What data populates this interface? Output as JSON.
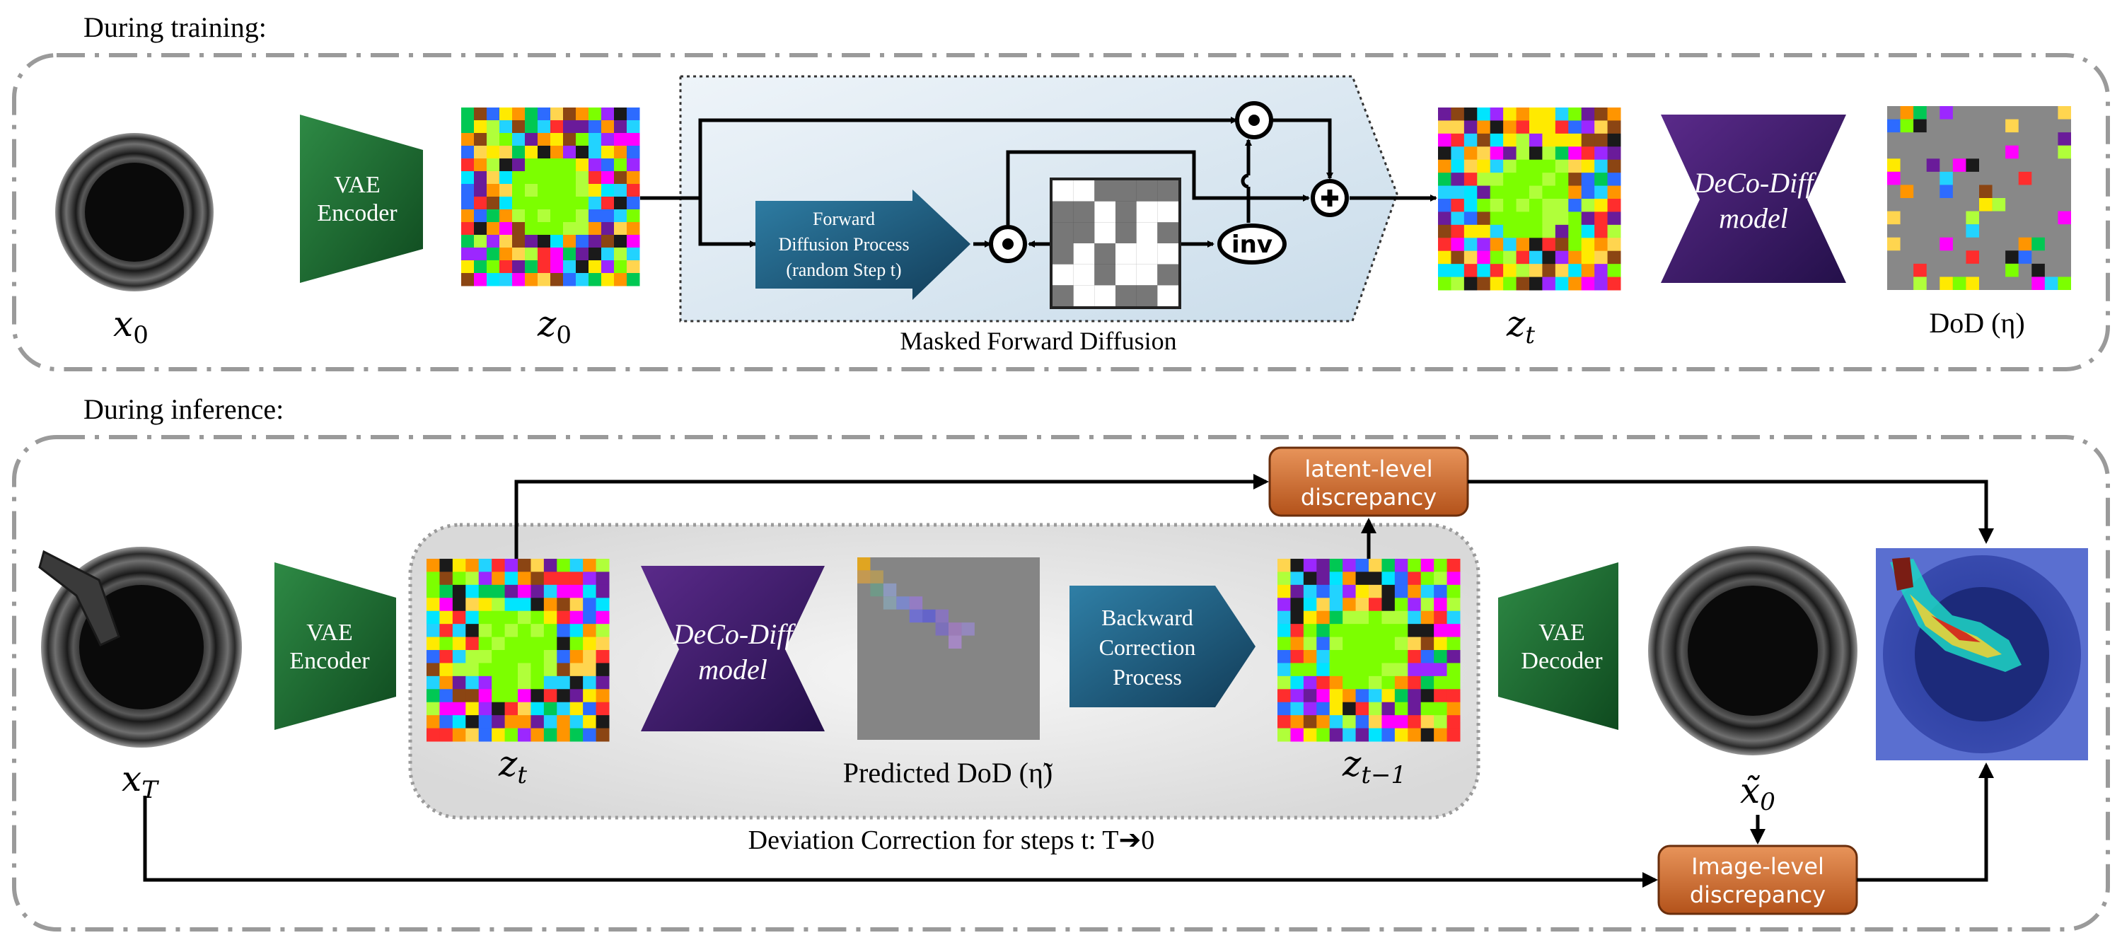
{
  "training": {
    "title": "During training:",
    "labels": {
      "x0": "x",
      "x0_sub": "0",
      "z0": "z",
      "z0_sub": "0",
      "zt": "z",
      "zt_sub": "t",
      "dod": "DoD (η)"
    },
    "vae_encoder": [
      "VAE",
      "Encoder"
    ],
    "forward_diffusion": [
      "Forward",
      "Diffusion Process",
      "(random Step t)"
    ],
    "inv_label": "inv",
    "masked_caption": "Masked Forward Diffusion",
    "model": [
      "DeCo-Diff",
      "model"
    ]
  },
  "inference": {
    "title": "During inference:",
    "labels": {
      "xT": "x",
      "xT_sub": "T",
      "zt": "z",
      "zt_sub": "t",
      "zt1": "z",
      "zt1_sub": "t−1",
      "x0t": "x̃",
      "x0t_sub": "0",
      "predicted_dod": "Predicted DoD (η̃)"
    },
    "vae_encoder": [
      "VAE",
      "Encoder"
    ],
    "vae_decoder": [
      "VAE",
      "Decoder"
    ],
    "model": [
      "DeCo-Diff",
      "model"
    ],
    "backward": [
      "Backward",
      "Correction",
      "Process"
    ],
    "latent_disc": [
      "latent-level",
      "discrepancy"
    ],
    "image_disc": [
      "Image-level",
      "discrepancy"
    ],
    "loop_caption": "Deviation Correction for steps t: T➔0"
  },
  "colors": {
    "green": "#1e6b2f",
    "purple": "#3a1766",
    "blue": "#1d5a7a",
    "orange": "#c6621e"
  }
}
